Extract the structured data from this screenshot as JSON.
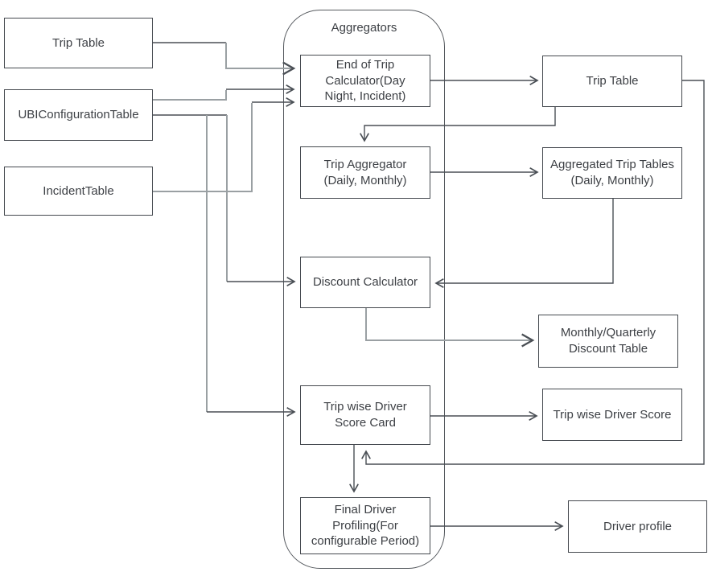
{
  "diagram": {
    "container_label": "Aggregators",
    "sources": [
      {
        "id": "trip-table-source",
        "label": "Trip Table"
      },
      {
        "id": "ubi-configuration-table",
        "label": "UBIConfigurationTable"
      },
      {
        "id": "incident-table",
        "label": "IncidentTable"
      }
    ],
    "processes": [
      {
        "id": "end-of-trip-calculator",
        "label": "End of Trip Calculator(Day Night, Incident)"
      },
      {
        "id": "trip-aggregator",
        "label": "Trip Aggregator (Daily, Monthly)"
      },
      {
        "id": "discount-calculator",
        "label": "Discount Calculator"
      },
      {
        "id": "trip-wise-driver-score-card",
        "label": "Trip wise Driver Score Card"
      },
      {
        "id": "final-driver-profiling",
        "label": "Final Driver Profiling(For configurable Period)"
      }
    ],
    "outputs": [
      {
        "id": "trip-table-output",
        "label": "Trip Table"
      },
      {
        "id": "aggregated-trip-tables",
        "label": "Aggregated Trip Tables (Daily, Monthly)"
      },
      {
        "id": "monthly-quarterly-discount-table",
        "label": "Monthly/Quarterly Discount Table"
      },
      {
        "id": "trip-wise-driver-score",
        "label": "Trip wise Driver Score"
      },
      {
        "id": "driver-profile",
        "label": "Driver profile"
      }
    ],
    "connections": [
      {
        "from": "trip-table-source",
        "to": "end-of-trip-calculator"
      },
      {
        "from": "ubi-configuration-table",
        "to": "end-of-trip-calculator"
      },
      {
        "from": "incident-table",
        "to": "end-of-trip-calculator"
      },
      {
        "from": "ubi-configuration-table",
        "to": "discount-calculator"
      },
      {
        "from": "ubi-configuration-table",
        "to": "trip-wise-driver-score-card"
      },
      {
        "from": "end-of-trip-calculator",
        "to": "trip-table-output"
      },
      {
        "from": "trip-table-output",
        "to": "trip-aggregator"
      },
      {
        "from": "trip-aggregator",
        "to": "aggregated-trip-tables"
      },
      {
        "from": "aggregated-trip-tables",
        "to": "discount-calculator"
      },
      {
        "from": "discount-calculator",
        "to": "monthly-quarterly-discount-table"
      },
      {
        "from": "trip-wise-driver-score-card",
        "to": "trip-wise-driver-score"
      },
      {
        "from": "trip-table-output",
        "to": "trip-wise-driver-score-card"
      },
      {
        "from": "trip-wise-driver-score-card",
        "to": "final-driver-profiling"
      },
      {
        "from": "final-driver-profiling",
        "to": "driver-profile"
      }
    ],
    "colors": {
      "line_dark": "#4a4f55",
      "line_gray": "#9aa0a3",
      "box_border": "#45494f",
      "text": "#3d4045",
      "background": "#ffffff"
    }
  }
}
